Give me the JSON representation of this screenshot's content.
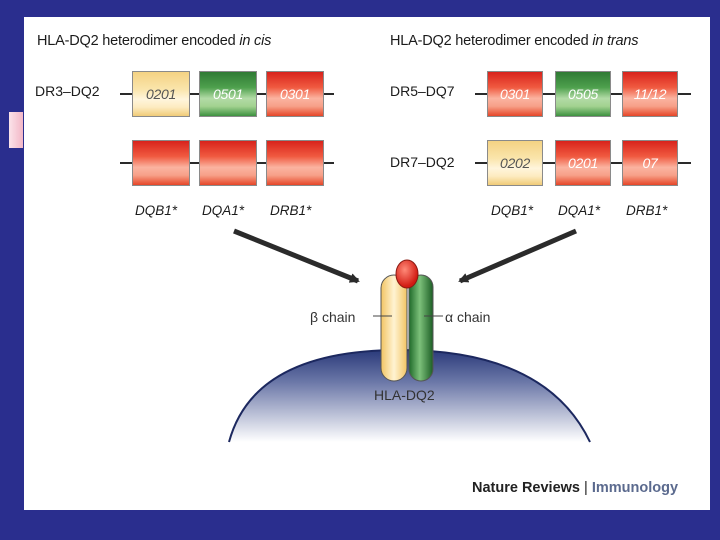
{
  "titles": {
    "cis_prefix": "HLA-DQ2 heterodimer encoded ",
    "cis_emph": "in cis",
    "trans_prefix": "HLA-DQ2 heterodimer encoded ",
    "trans_emph": "in trans"
  },
  "cis": {
    "rows": [
      {
        "label": "DR3–DQ2",
        "alleles": [
          "0201",
          "0501",
          "0301"
        ],
        "colors": [
          "yellow",
          "green",
          "red"
        ]
      },
      {
        "label": "",
        "alleles": [
          "",
          "",
          ""
        ],
        "colors": [
          "red",
          "red",
          "red"
        ]
      }
    ],
    "columns": [
      "DQB1*",
      "DQA1*",
      "DRB1*"
    ]
  },
  "trans": {
    "rows": [
      {
        "label": "DR5–DQ7",
        "alleles": [
          "0301",
          "0505",
          "11/12"
        ],
        "colors": [
          "red",
          "green",
          "red"
        ]
      },
      {
        "label": "DR7–DQ2",
        "alleles": [
          "0202",
          "0201",
          "07"
        ],
        "colors": [
          "yellow",
          "red",
          "red"
        ]
      }
    ],
    "columns": [
      "DQB1*",
      "DQA1*",
      "DRB1*"
    ]
  },
  "molecule": {
    "beta_label": "β chain",
    "alpha_label": "α chain",
    "name": "HLA-DQ2"
  },
  "credit": {
    "publisher": "Nature Reviews",
    "separator": "|",
    "journal": "Immunology"
  },
  "colors": {
    "background": "#2a2e8e",
    "panel": "#ffffff",
    "red": "#e84a30",
    "green": "#3d9140",
    "yellow": "#f8dc9a",
    "cell": "#2f3f80"
  }
}
